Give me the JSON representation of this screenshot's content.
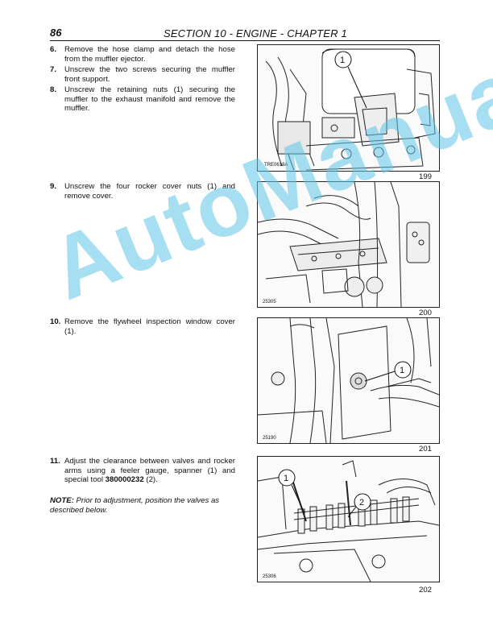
{
  "header": {
    "page_number": "86",
    "title": "SECTION 10 - ENGINE - CHAPTER 1"
  },
  "steps": [
    {
      "num": "6.",
      "text": "Remove the hose clamp and detach the hose from the muffler ejector."
    },
    {
      "num": "7.",
      "text": "Unscrew the two screws securing the muffler front support."
    },
    {
      "num": "8.",
      "text": "Unscrew the retaining nuts (1) securing the muffler to the exhaust manifold and remove the muffler."
    },
    {
      "num": "9.",
      "text": "Unscrew the four rocker cover nuts (1) and remove cover."
    },
    {
      "num": "10.",
      "text": "Remove the flywheel inspection window cover (1)."
    },
    {
      "num": "11.",
      "text_before": "Adjust the clearance between valves and rocker arms using a feeler gauge, spanner (1) and special tool ",
      "tool_code": "380000232",
      "text_after": " (2)."
    }
  ],
  "note": {
    "label": "NOTE:",
    "text": " Prior to adjustment, position the valves as described below."
  },
  "figures": [
    {
      "number": "199",
      "code": "TRE0618A",
      "callouts": [
        "1"
      ]
    },
    {
      "number": "200",
      "code": "25305",
      "callouts": []
    },
    {
      "number": "201",
      "code": "25190",
      "callouts": [
        "1"
      ]
    },
    {
      "number": "202",
      "code": "25306",
      "callouts": [
        "1",
        "2"
      ]
    }
  ],
  "watermark": "AutoManual"
}
